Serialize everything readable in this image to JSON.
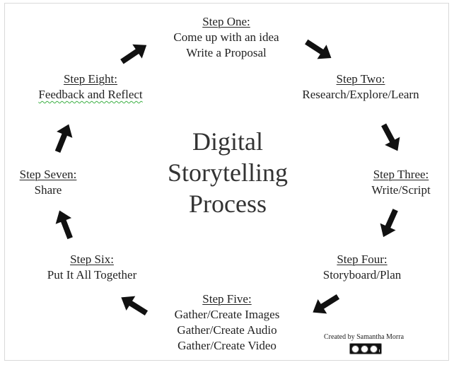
{
  "diagram": {
    "title_lines": [
      "Digital",
      "Storytelling",
      "Process"
    ],
    "steps": [
      {
        "title": "Step One:",
        "lines": [
          "Come up with an idea",
          "Write a Proposal"
        ]
      },
      {
        "title": "Step Two:",
        "lines": [
          "Research/Explore/Learn"
        ]
      },
      {
        "title": "Step Three:",
        "lines": [
          "Write/Script"
        ]
      },
      {
        "title": "Step Four:",
        "lines": [
          "Storyboard/Plan"
        ]
      },
      {
        "title": "Step Five:",
        "lines": [
          "Gather/Create Images",
          "Gather/Create Audio",
          "Gather/Create Video"
        ]
      },
      {
        "title": "Step Six:",
        "lines": [
          "Put It All Together"
        ]
      },
      {
        "title": "Step Seven:",
        "lines": [
          "Share"
        ]
      },
      {
        "title": "Step Eight:",
        "lines": [
          "Feedback and Reflect"
        ]
      }
    ],
    "arrow_color": "#111111"
  },
  "credit": {
    "text": "Created by Samantha Morra",
    "license_icon": "creative-commons-by-nc-sa-badge"
  }
}
